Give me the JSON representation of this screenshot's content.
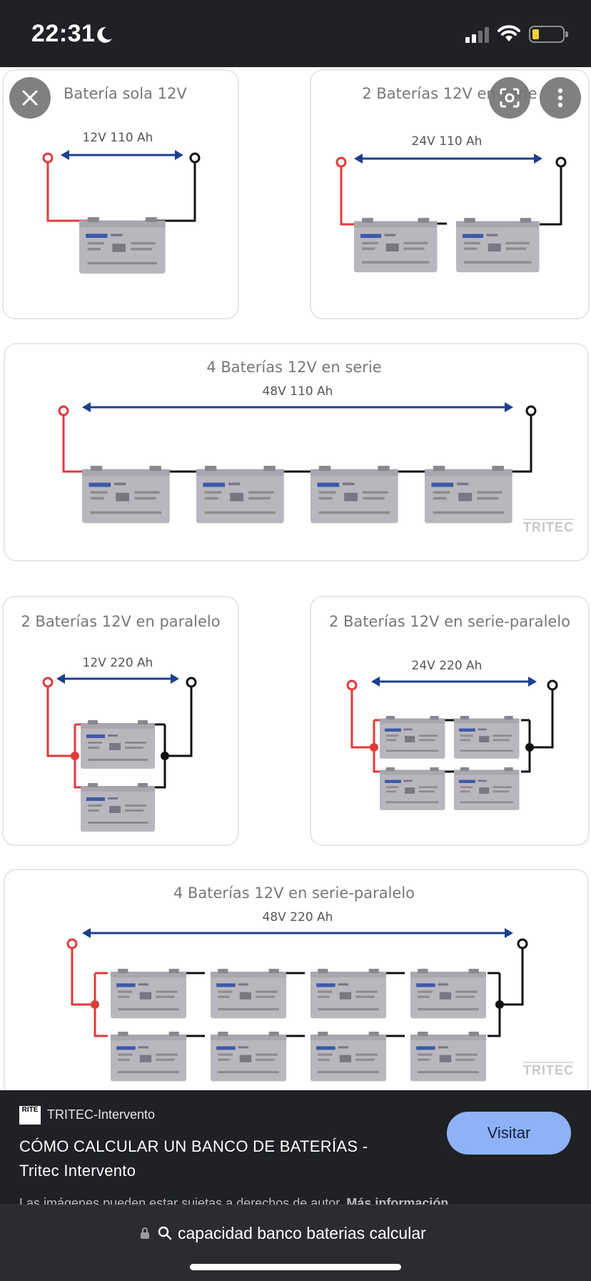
{
  "status": {
    "time": "22:31"
  },
  "diagram": {
    "panels": [
      {
        "title": "Batería sola 12V",
        "rating": "12V 110 Ah"
      },
      {
        "title": "2 Baterías 12V en serie",
        "rating": "24V 110 Ah"
      },
      {
        "title": "4 Baterías 12V en serie",
        "rating": "48V 110 Ah"
      },
      {
        "title": "2 Baterías 12V en paralelo",
        "rating": "12V 220 Ah"
      },
      {
        "title": "2 Baterías 12V en serie-paralelo",
        "rating": "24V 220 Ah"
      },
      {
        "title": "4 Baterías 12V en serie-paralelo",
        "rating": "48V 220 Ah"
      }
    ],
    "watermark": "TRITEC",
    "colors": {
      "positive": "#e03a3a",
      "negative": "#111111",
      "arrow": "#1c3f8f",
      "battery": "#b9b6bd"
    }
  },
  "info": {
    "source": "TRITEC-Intervento",
    "favicon_text": "RITE",
    "title": "CÓMO CALCULAR UN BANCO DE BATERÍAS - Tritec Intervento",
    "visit_label": "Visitar",
    "disclaimer": "Las imágenes pueden estar sujetas a derechos de autor.",
    "more_info": "Más información"
  },
  "urlbar": {
    "query": "capacidad banco baterias calcular"
  }
}
